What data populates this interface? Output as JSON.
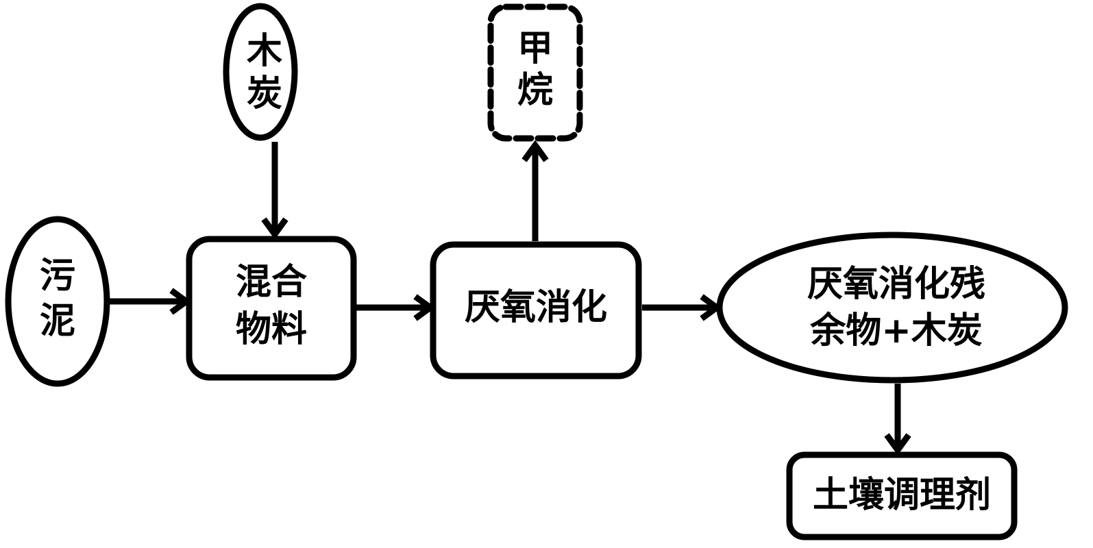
{
  "nodes": {
    "charcoal": {
      "line1": "木",
      "line2": "炭",
      "shape": "ellipse"
    },
    "sludge": {
      "line1": "污",
      "line2": "泥",
      "shape": "ellipse"
    },
    "mixture": {
      "line1": "混合",
      "line2": "物料",
      "shape": "rounded-rect"
    },
    "digestion": {
      "line1": "厌氧消化",
      "shape": "rounded-rect"
    },
    "methane": {
      "line1": "甲",
      "line2": "烷",
      "shape": "dashed-rounded-rect"
    },
    "residue": {
      "line1": "厌氧消化残",
      "line2": "余物+木炭",
      "shape": "ellipse"
    },
    "conditioner": {
      "line1": "土壤调理剂",
      "shape": "rounded-rect"
    }
  },
  "edges": [
    {
      "from": "charcoal",
      "to": "mixture"
    },
    {
      "from": "sludge",
      "to": "mixture"
    },
    {
      "from": "mixture",
      "to": "digestion"
    },
    {
      "from": "digestion",
      "to": "methane"
    },
    {
      "from": "digestion",
      "to": "residue"
    },
    {
      "from": "residue",
      "to": "conditioner"
    }
  ],
  "colors": {
    "stroke": "#000000",
    "background": "#ffffff"
  }
}
